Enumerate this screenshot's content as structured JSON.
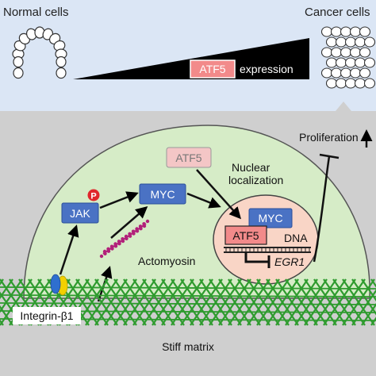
{
  "header": {
    "normal_label": "Normal cells",
    "cancer_label": "Cancer cells",
    "gradient_gene": "ATF5",
    "gradient_text": "expression"
  },
  "cell": {
    "jak": "JAK",
    "phospho": "P",
    "myc_cytoplasm": "MYC",
    "atf5_cytoplasm": "ATF5",
    "nuclear_localization_line1": "Nuclear",
    "nuclear_localization_line2": "localization",
    "actomyosin": "Actomyosin"
  },
  "nucleus": {
    "myc": "MYC",
    "atf5": "ATF5",
    "dna": "DNA",
    "egr1": "EGR1"
  },
  "outcome": {
    "proliferation": "Proliferation"
  },
  "matrix": {
    "integrin": "Integrin-β1",
    "stiff_matrix": "Stiff matrix"
  },
  "colors": {
    "top_panel": "#dbe6f5",
    "bottom_panel": "#cfcfcf",
    "cell_fill": "#d6ecc7",
    "nucleus_fill": "#f9d5c6",
    "protein_blue": "#4a72c4",
    "atf5_red": "#f28a8a",
    "atf5_faded": "#f4c6c6",
    "matrix_green": "#2e9b2e",
    "actomyosin": "#b2207a",
    "integrin_yellow": "#f2d000",
    "integrin_blue": "#2f6fcf"
  }
}
